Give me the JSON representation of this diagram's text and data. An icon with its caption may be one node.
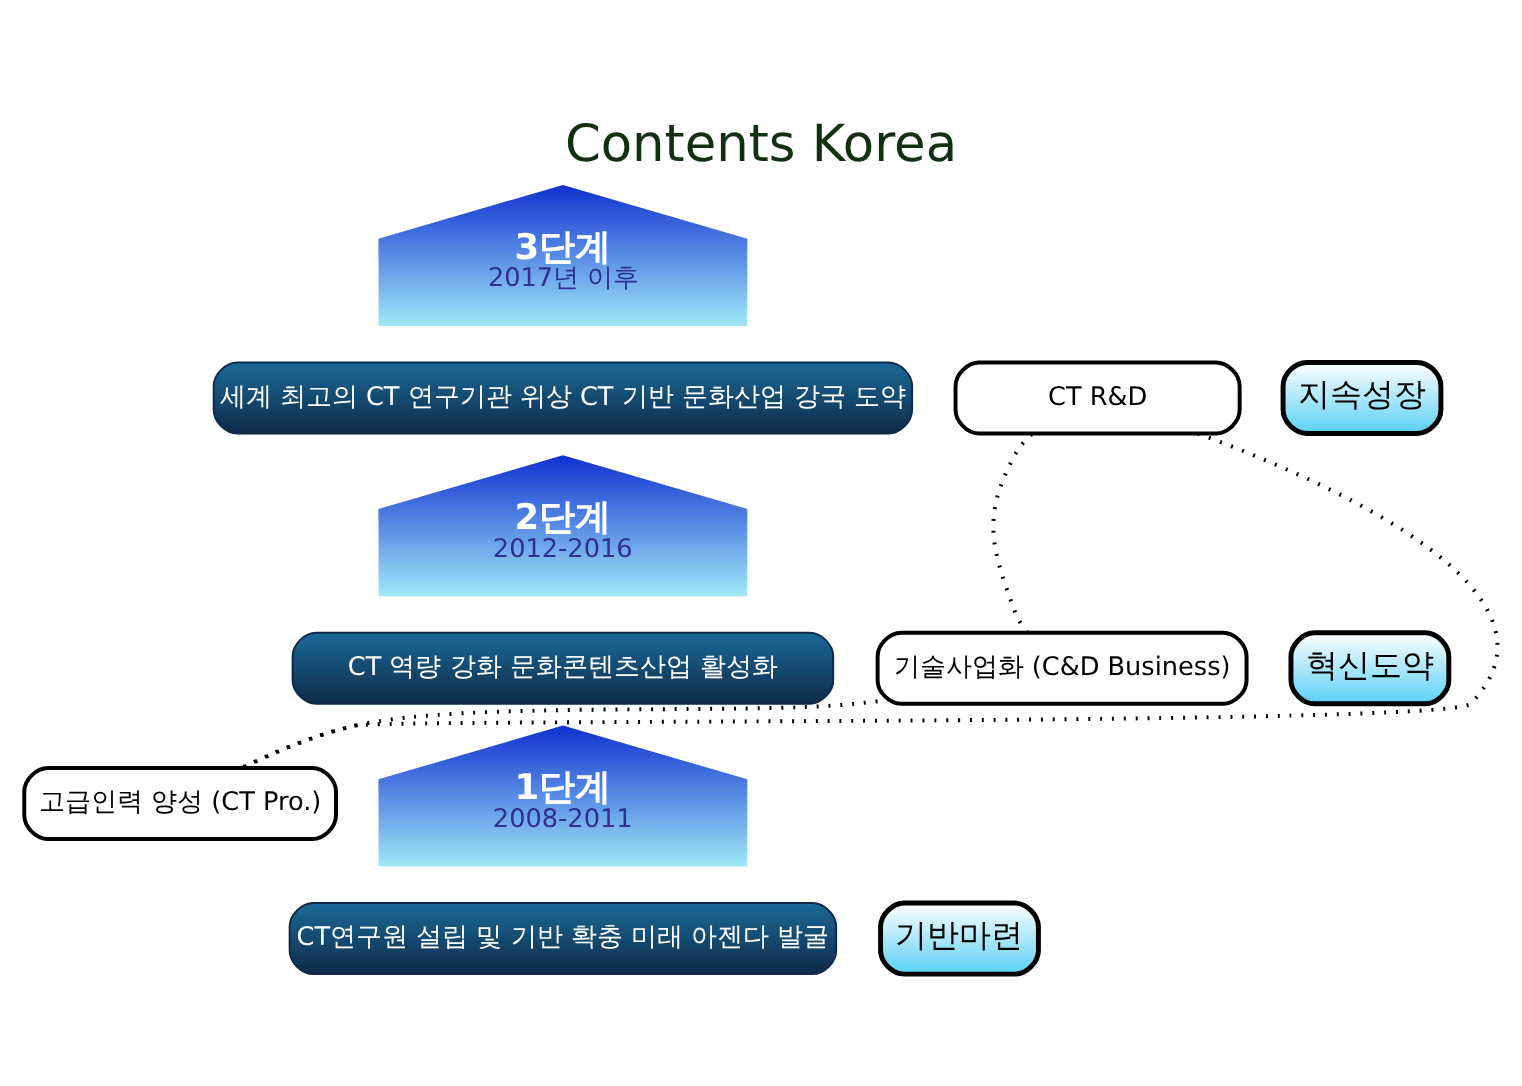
{
  "diagram": {
    "title": "Contents Korea",
    "nodes": [
      {
        "text": [
          "3단계",
          "2017년 이후"
        ]
      },
      {
        "text": [
          "지속성장"
        ]
      },
      {
        "text": [
          "세계 최고의 CT 연구기관 위상 CT 기반 문화산업 강국 도약"
        ]
      },
      {
        "text": [
          "CT R&D"
        ]
      },
      {
        "text": [
          "2단계",
          "2012-2016"
        ]
      },
      {
        "text": [
          "혁신도약"
        ]
      },
      {
        "text": [
          "CT 역량 강화 문화콘텐츠산업 활성화"
        ]
      },
      {
        "text": [
          "기술사업화 (C&D Business)"
        ]
      },
      {
        "text": [
          "고급인력 양성 (CT Pro.)"
        ]
      },
      {
        "text": [
          "1단계",
          "2008-2011"
        ]
      },
      {
        "text": [
          "기반마련"
        ]
      },
      {
        "text": [
          "CT연구원 설립 및 기반 확충 미래 아젠다 발굴"
        ]
      }
    ],
    "edges": [
      {
        "from": 3,
        "to": 7,
        "arrow": "none",
        "style": "dashed"
      },
      {
        "from": 7,
        "to": 8,
        "arrow": "none",
        "style": "dashed"
      },
      {
        "from": 3,
        "to": 8,
        "arrow": "none",
        "style": "dashed"
      }
    ]
  }
}
